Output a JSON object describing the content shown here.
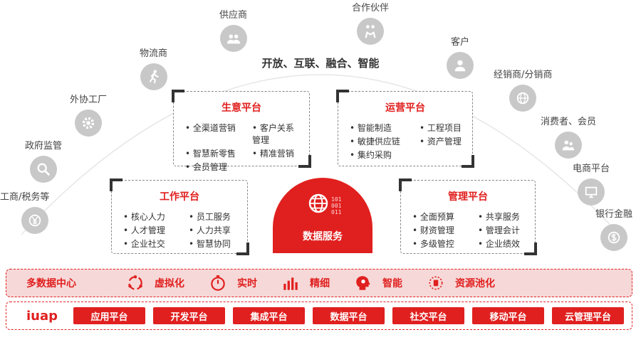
{
  "partners": [
    {
      "label": "供应商",
      "icon": "group-icon"
    },
    {
      "label": "合作伙伴",
      "icon": "handshake-icon"
    },
    {
      "label": "物流商",
      "icon": "runner-icon"
    },
    {
      "label": "客户",
      "icon": "users-icon"
    },
    {
      "label": "外协工厂",
      "icon": "gear-icon"
    },
    {
      "label": "经销商/分销商",
      "icon": "globe-icon"
    },
    {
      "label": "政府监管",
      "icon": "magnifier-icon"
    },
    {
      "label": "消费者、会员",
      "icon": "people-icon"
    },
    {
      "label": "工商/税务等",
      "icon": "yen-icon"
    },
    {
      "label": "电商平台",
      "icon": "monitor-icon"
    },
    {
      "label": "银行金融",
      "icon": "dollar-icon"
    }
  ],
  "headline": "开放、互联、融合、智能",
  "boxes": {
    "business": {
      "title": "生意平台",
      "items": [
        "全渠道营销",
        "客户关系管理",
        "智慧新零售",
        "精准营销",
        "会员管理"
      ]
    },
    "operation": {
      "title": "运营平台",
      "items": [
        "智能制造",
        "工程项目",
        "敏捷供应链",
        "资产管理",
        "集约采购"
      ]
    },
    "work": {
      "title": "工作平台",
      "items": [
        "核心人力",
        "员工服务",
        "人才管理",
        "人力共享",
        "企业社交",
        "智慧协同"
      ]
    },
    "management": {
      "title": "管理平台",
      "items": [
        "全面预算",
        "共享服务",
        "财资管理",
        "管理会计",
        "多级管控",
        "企业绩效"
      ]
    }
  },
  "data_service": {
    "label": "数据服务",
    "bits": [
      "101",
      "001",
      "011"
    ]
  },
  "band": {
    "first": "多数据中心",
    "features": [
      {
        "label": "虚拟化",
        "icon": "refresh-icon"
      },
      {
        "label": "实时",
        "icon": "stopwatch-icon"
      },
      {
        "label": "精细",
        "icon": "bars-icon"
      },
      {
        "label": "智能",
        "icon": "brain-icon"
      },
      {
        "label": "资源池化",
        "icon": "pool-icon"
      }
    ]
  },
  "iuap": {
    "brand": "iuap",
    "platforms": [
      "应用平台",
      "开发平台",
      "集成平台",
      "数据平台",
      "社交平台",
      "移动平台",
      "云管理平台"
    ]
  },
  "colors": {
    "accent": "#e0201f",
    "icon_bg": "#c8c8c8",
    "band_bg": "#f6d8d8"
  }
}
